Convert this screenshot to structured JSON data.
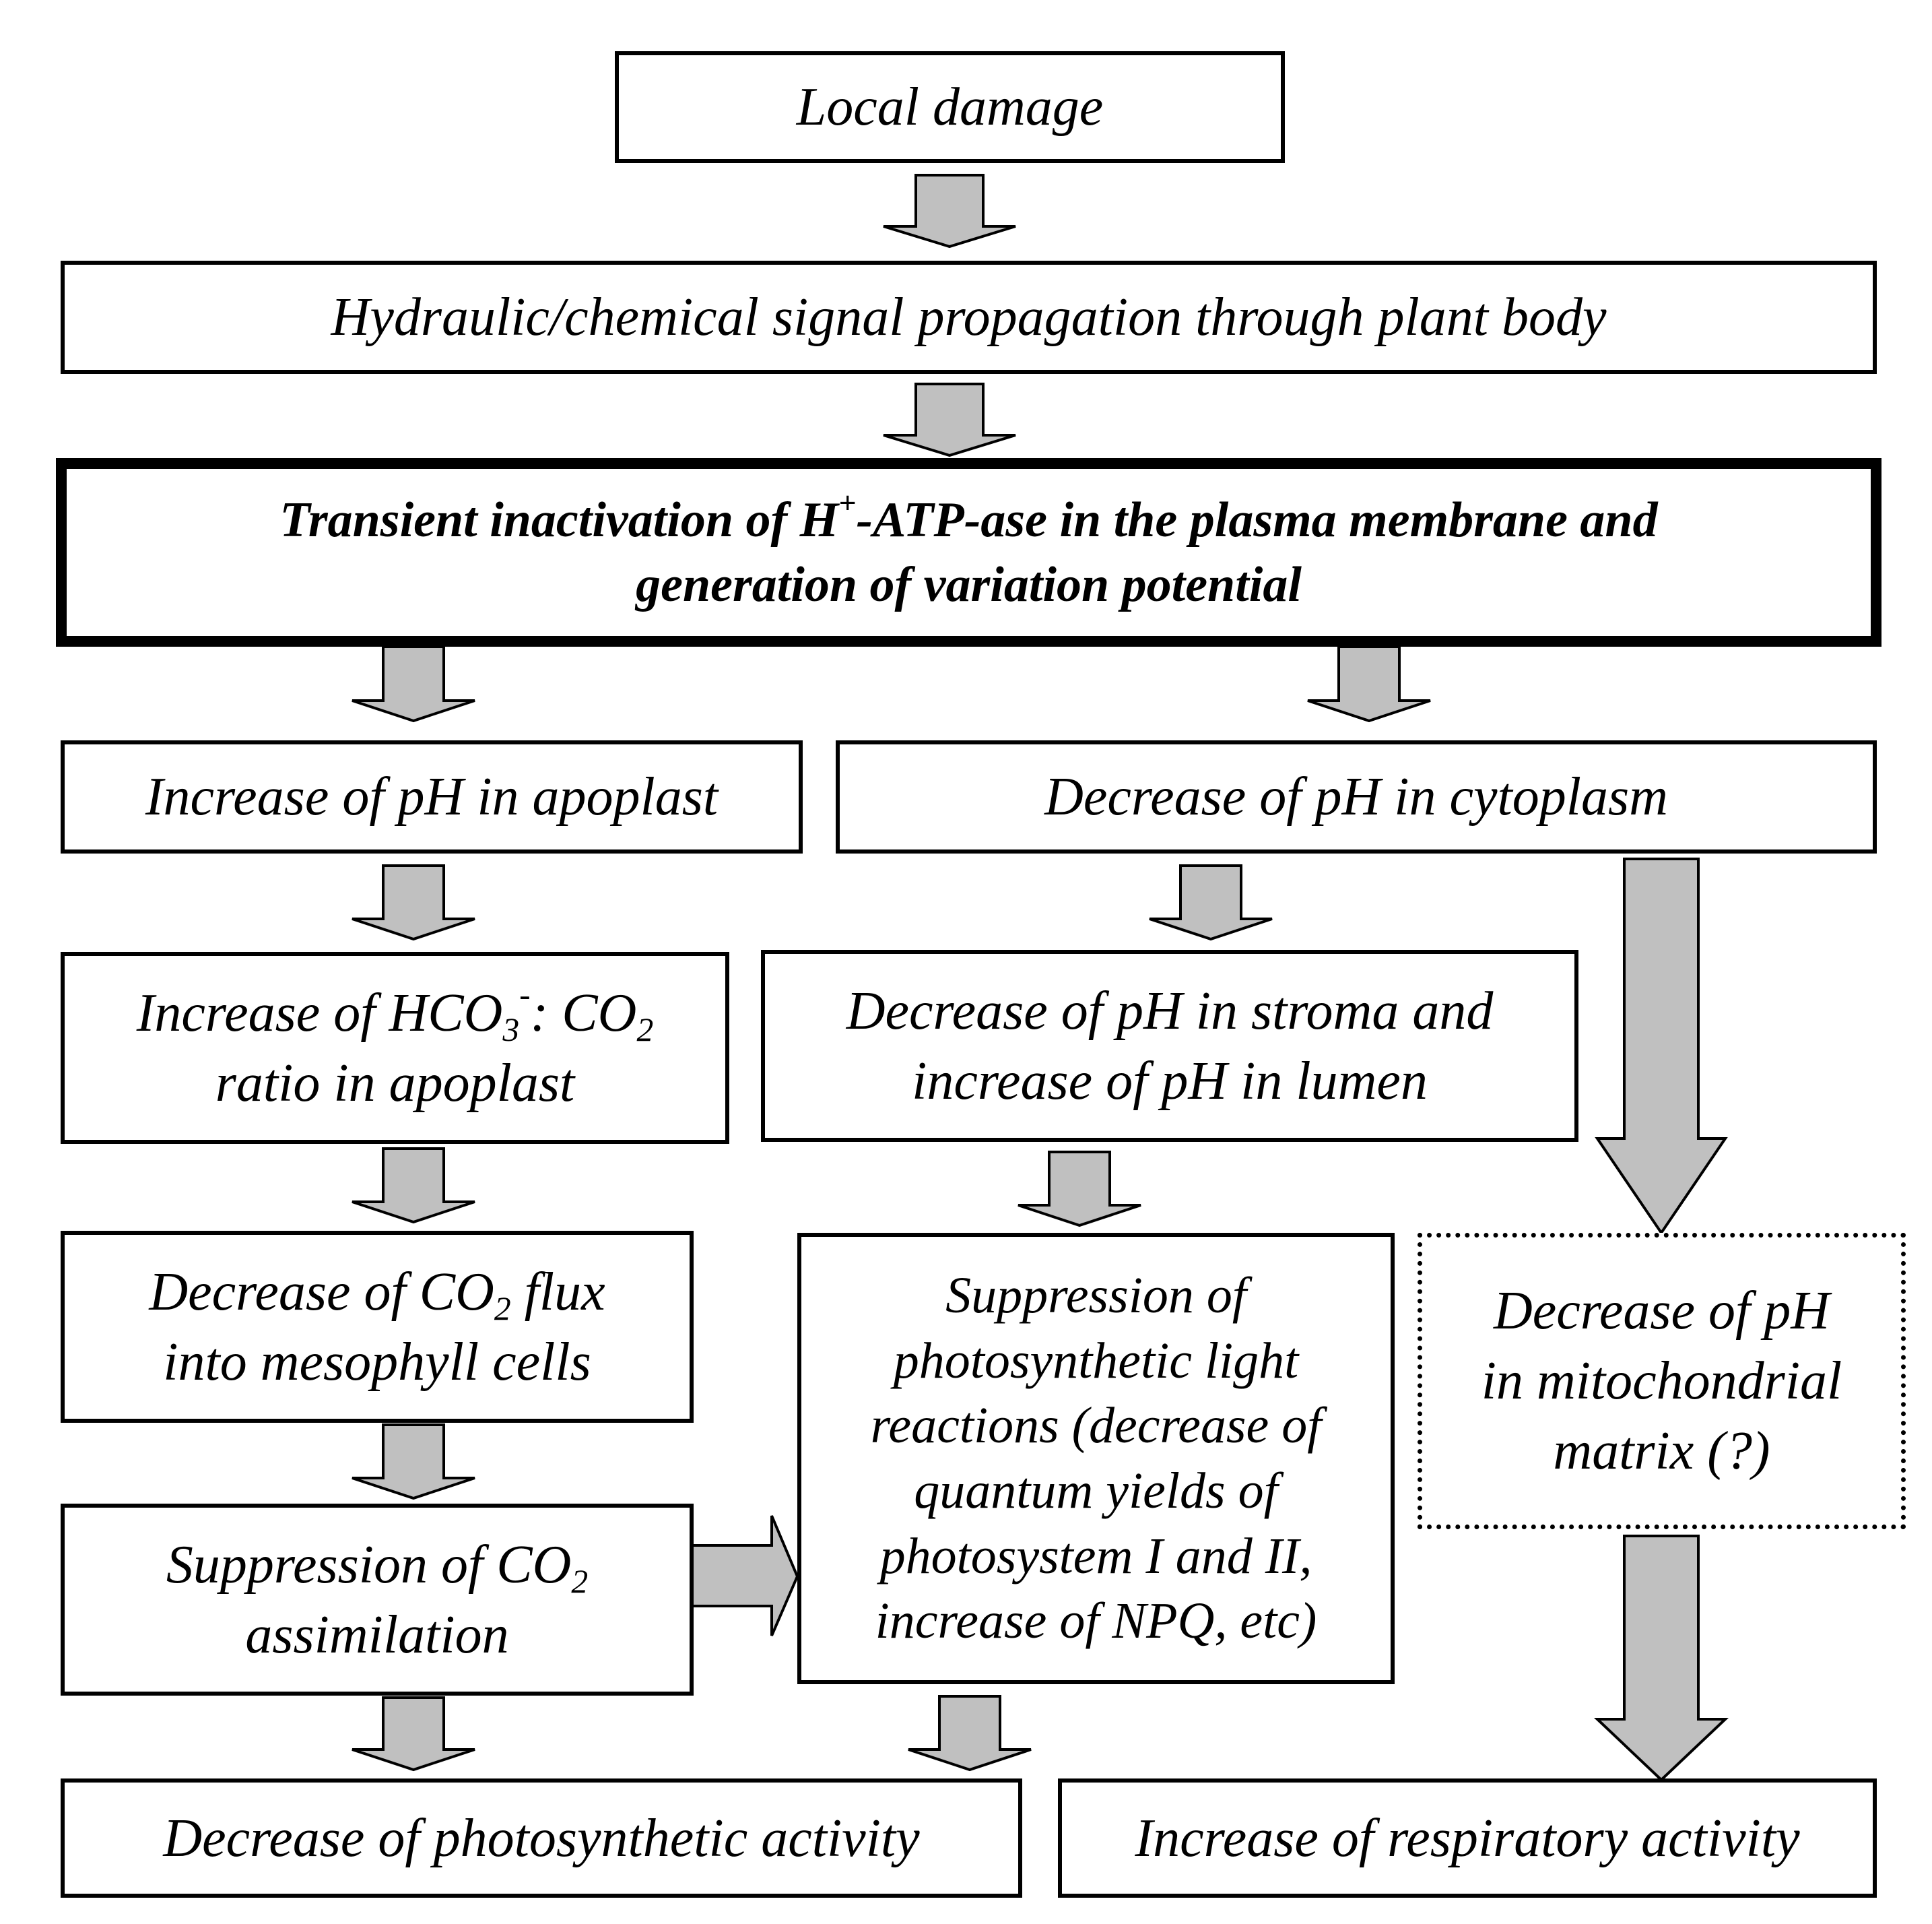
{
  "boxes": {
    "local_damage": "Local damage",
    "signal_propagation": "Hydraulic/chemical signal propagation through plant body",
    "inactivation": {
      "line1_pre": "Transient inactivation of H",
      "line1_sup": "+",
      "line1_post": "-ATP-ase in the plasma membrane and",
      "line2": "generation of variation potential"
    },
    "ph_apoplast": "Increase of pH in apoplast",
    "ph_cytoplasm": "Decrease of pH in cytoplasm",
    "hco3_ratio": {
      "line1_a": "Increase of HCO",
      "line1_sub3": "3",
      "line1_sup": "-",
      "line1_b": ": CO",
      "line1_sub2": "2",
      "line2": "ratio in apoplast"
    },
    "stroma_lumen": {
      "line1": "Decrease of pH in stroma and",
      "line2": "increase of pH in lumen"
    },
    "co2_flux": {
      "line1_a": "Decrease of CO",
      "line1_sub": "2",
      "line1_b": " flux",
      "line2": "into mesophyll cells"
    },
    "light_reactions": {
      "lines": [
        "Suppression of",
        "photosynthetic light",
        "reactions (decrease of",
        "quantum yields of",
        "photosystem I and II,",
        "increase of NPQ, etc)"
      ]
    },
    "mito_matrix": {
      "lines": [
        "Decrease of pH",
        "in mitochondrial",
        "matrix (?)"
      ]
    },
    "co2_assimilation": {
      "line1_a": "Suppression of CO",
      "line1_sub": "2",
      "line2": "assimilation"
    },
    "photosynthetic_activity": "Decrease of photosynthetic activity",
    "respiratory_activity": "Increase of respiratory activity"
  },
  "colors": {
    "arrow_fill": "#c0c0c0",
    "stroke": "#000000",
    "background": "#ffffff"
  }
}
